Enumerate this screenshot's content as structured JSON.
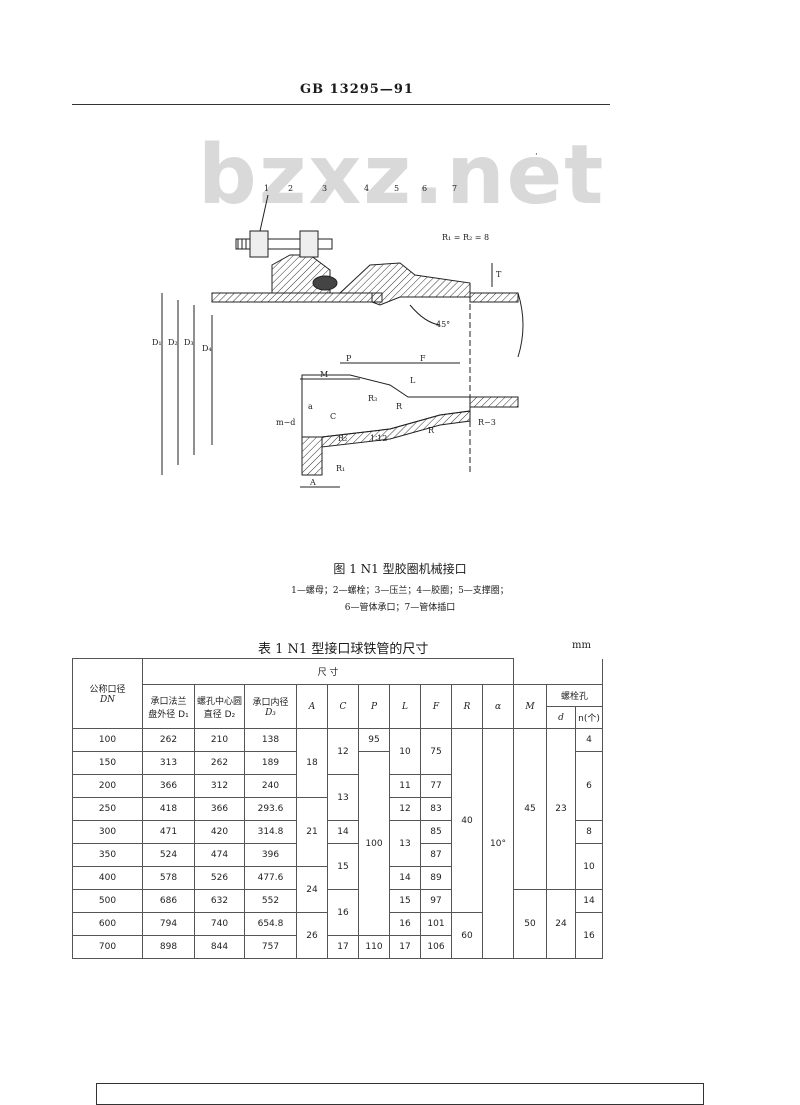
{
  "header": {
    "standard_no": "GB 13295—91"
  },
  "watermark": {
    "text": "bzxz.net"
  },
  "drawing": {
    "part_numbers": [
      "1",
      "2",
      "3",
      "4",
      "5",
      "6",
      "7"
    ],
    "radius_note": "R₁ = R₂ = 8",
    "angle": "45°",
    "dim_labels": {
      "D1": "D₁",
      "D2": "D₂",
      "D3": "D₃",
      "D4": "D₄",
      "P": "P",
      "F": "F",
      "M": "M",
      "L": "L",
      "R": "R",
      "R1": "R₁",
      "R2": "R₂",
      "R3": "R₃",
      "A": "A",
      "C": "C",
      "a": "a",
      "md": "m−d",
      "T": "T",
      "taper": "1∶12",
      "Rs3": "R−3"
    }
  },
  "figure": {
    "title": "图 1   N1 型胶圈机械接口",
    "legend_line1": "1—螺母；2—螺栓；3—压兰；4—胶圈；5—支撑圈；",
    "legend_line2": "6—管体承口；7—管体插口"
  },
  "table": {
    "title": "表 1   N1 型接口球铁管的尺寸",
    "unit": "mm",
    "headers": {
      "nominal_line1": "公称口径",
      "nominal_line2": "DN",
      "dimension": "尺   寸",
      "d1_line1": "承口法兰",
      "d1_line2": "盘外径 D₁",
      "d2_line1": "螺孔中心圆",
      "d2_line2": "直径 D₂",
      "d3_line1": "承口内径",
      "d3_line2": "D₃",
      "A": "A",
      "C": "C",
      "P": "P",
      "L": "L",
      "F": "F",
      "R": "R",
      "alpha": "α",
      "M": "M",
      "bolt_holes": "螺栓孔",
      "d": "d",
      "n": "n(个)"
    },
    "rows": [
      {
        "dn": "100",
        "d1": "262",
        "d2": "210",
        "d3": "138"
      },
      {
        "dn": "150",
        "d1": "313",
        "d2": "262",
        "d3": "189"
      },
      {
        "dn": "200",
        "d1": "366",
        "d2": "312",
        "d3": "240"
      },
      {
        "dn": "250",
        "d1": "418",
        "d2": "366",
        "d3": "293.6"
      },
      {
        "dn": "300",
        "d1": "471",
        "d2": "420",
        "d3": "314.8"
      },
      {
        "dn": "350",
        "d1": "524",
        "d2": "474",
        "d3": "396"
      },
      {
        "dn": "400",
        "d1": "578",
        "d2": "526",
        "d3": "477.6"
      },
      {
        "dn": "500",
        "d1": "686",
        "d2": "632",
        "d3": "552"
      },
      {
        "dn": "600",
        "d1": "794",
        "d2": "740",
        "d3": "654.8"
      },
      {
        "dn": "700",
        "d1": "898",
        "d2": "844",
        "d3": "757"
      }
    ],
    "merged": {
      "A": [
        "18",
        "21",
        "24",
        "26"
      ],
      "C": [
        "12",
        "13",
        "14",
        "15",
        "16",
        "17"
      ],
      "P": [
        "95",
        "100",
        "110"
      ],
      "L": [
        "10",
        "11",
        "12",
        "13",
        "14",
        "15",
        "16",
        "17"
      ],
      "F": [
        "75",
        "77",
        "83",
        "85",
        "87",
        "89",
        "97",
        "101",
        "106"
      ],
      "R": [
        "40",
        "60"
      ],
      "alpha": "10°",
      "M": [
        "45",
        "50"
      ],
      "d": [
        "23",
        "24"
      ],
      "n": [
        "4",
        "6",
        "8",
        "10",
        "14",
        "16"
      ]
    }
  }
}
